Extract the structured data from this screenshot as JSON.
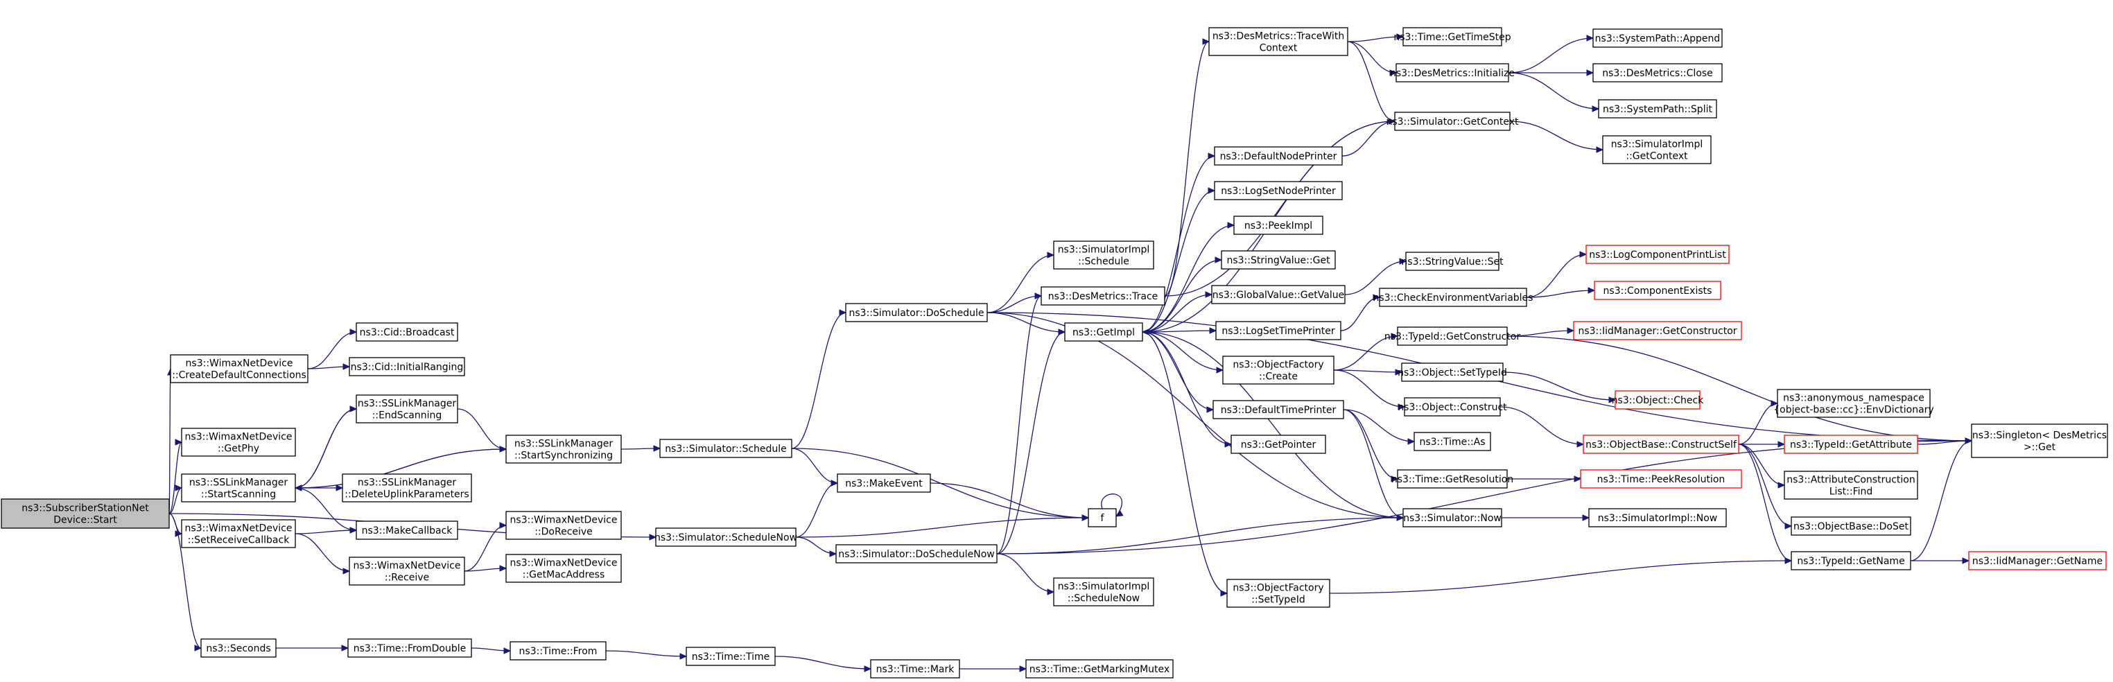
{
  "title": "",
  "colors": {
    "edge": "#191970",
    "root_fill": "#bfbfbf",
    "truncated_border": "#ff0000",
    "node_border": "#000000"
  },
  "nodes": [
    {
      "id": "root",
      "lines": [
        "ns3::SubscriberStationNet",
        "Device::Start"
      ],
      "root": true
    },
    {
      "id": "createConn",
      "lines": [
        "ns3::WimaxNetDevice",
        "::CreateDefaultConnections"
      ]
    },
    {
      "id": "getPhy",
      "lines": [
        "ns3::WimaxNetDevice",
        "::GetPhy"
      ]
    },
    {
      "id": "startScanning",
      "lines": [
        "ns3::SSLinkManager",
        "::StartScanning"
      ]
    },
    {
      "id": "setRecvCb",
      "lines": [
        "ns3::WimaxNetDevice",
        "::SetReceiveCallback"
      ]
    },
    {
      "id": "seconds",
      "lines": [
        "ns3::Seconds"
      ]
    },
    {
      "id": "cidBroadcast",
      "lines": [
        "ns3::Cid::Broadcast"
      ]
    },
    {
      "id": "cidInitRanging",
      "lines": [
        "ns3::Cid::InitialRanging"
      ]
    },
    {
      "id": "endScanning",
      "lines": [
        "ns3::SSLinkManager",
        "::EndScanning"
      ]
    },
    {
      "id": "deleteUplink",
      "lines": [
        "ns3::SSLinkManager",
        "::DeleteUplinkParameters"
      ]
    },
    {
      "id": "makeCallback",
      "lines": [
        "ns3::MakeCallback"
      ]
    },
    {
      "id": "receive",
      "lines": [
        "ns3::WimaxNetDevice",
        "::Receive"
      ]
    },
    {
      "id": "doReceive",
      "lines": [
        "ns3::WimaxNetDevice",
        "::DoReceive"
      ]
    },
    {
      "id": "getMac",
      "lines": [
        "ns3::WimaxNetDevice",
        "::GetMacAddress"
      ]
    },
    {
      "id": "startSync",
      "lines": [
        "ns3::SSLinkManager",
        "::StartSynchronizing"
      ]
    },
    {
      "id": "simSchedule",
      "lines": [
        "ns3::Simulator::Schedule"
      ]
    },
    {
      "id": "simScheduleNow",
      "lines": [
        "ns3::Simulator::ScheduleNow"
      ]
    },
    {
      "id": "makeEvent",
      "lines": [
        "ns3::MakeEvent"
      ]
    },
    {
      "id": "f",
      "lines": [
        "f"
      ]
    },
    {
      "id": "doSchedule",
      "lines": [
        "ns3::Simulator::DoSchedule"
      ]
    },
    {
      "id": "doScheduleNow",
      "lines": [
        "ns3::Simulator::DoScheduleNow"
      ]
    },
    {
      "id": "simImplSchedule",
      "lines": [
        "ns3::SimulatorImpl",
        "::Schedule"
      ]
    },
    {
      "id": "desTrace",
      "lines": [
        "ns3::DesMetrics::Trace"
      ]
    },
    {
      "id": "getImpl",
      "lines": [
        "ns3::GetImpl"
      ]
    },
    {
      "id": "simImplScheduleNow",
      "lines": [
        "ns3::SimulatorImpl",
        "::ScheduleNow"
      ]
    },
    {
      "id": "fromDouble",
      "lines": [
        "ns3::Time::FromDouble"
      ]
    },
    {
      "id": "timeFrom",
      "lines": [
        "ns3::Time::From"
      ]
    },
    {
      "id": "timeTime",
      "lines": [
        "ns3::Time::Time"
      ]
    },
    {
      "id": "timeMark",
      "lines": [
        "ns3::Time::Mark"
      ]
    },
    {
      "id": "getMarkingMutex",
      "lines": [
        "ns3::Time::GetMarkingMutex"
      ]
    },
    {
      "id": "traceWithContext",
      "lines": [
        "ns3::DesMetrics::TraceWith",
        "Context"
      ]
    },
    {
      "id": "defaultNodePrinter",
      "lines": [
        "ns3::DefaultNodePrinter"
      ]
    },
    {
      "id": "logSetNodePrinter",
      "lines": [
        "ns3::LogSetNodePrinter"
      ]
    },
    {
      "id": "peekImpl",
      "lines": [
        "ns3::PeekImpl"
      ]
    },
    {
      "id": "stringValueGet",
      "lines": [
        "ns3::StringValue::Get"
      ]
    },
    {
      "id": "globalValueGet",
      "lines": [
        "ns3::GlobalValue::GetValue"
      ]
    },
    {
      "id": "logSetTimePrinter",
      "lines": [
        "ns3::LogSetTimePrinter"
      ]
    },
    {
      "id": "objFactoryCreate",
      "lines": [
        "ns3::ObjectFactory",
        "::Create"
      ]
    },
    {
      "id": "defaultTimePrinter",
      "lines": [
        "ns3::DefaultTimePrinter"
      ]
    },
    {
      "id": "getPointer",
      "lines": [
        "ns3::GetPointer"
      ]
    },
    {
      "id": "objFactorySetTypeId",
      "lines": [
        "ns3::ObjectFactory",
        "::SetTypeId"
      ]
    },
    {
      "id": "getTimeStep",
      "lines": [
        "ns3::Time::GetTimeStep"
      ]
    },
    {
      "id": "desInit",
      "lines": [
        "ns3::DesMetrics::Initialize"
      ]
    },
    {
      "id": "getContext",
      "lines": [
        "ns3::Simulator::GetContext"
      ]
    },
    {
      "id": "stringValueSet",
      "lines": [
        "ns3::StringValue::Set"
      ]
    },
    {
      "id": "checkEnv",
      "lines": [
        "ns3::CheckEnvironmentVariables"
      ]
    },
    {
      "id": "typeIdGetCtor",
      "lines": [
        "ns3::TypeId::GetConstructor"
      ]
    },
    {
      "id": "objSetTypeId",
      "lines": [
        "ns3::Object::SetTypeId"
      ]
    },
    {
      "id": "objConstruct",
      "lines": [
        "ns3::Object::Construct"
      ]
    },
    {
      "id": "timeAs",
      "lines": [
        "ns3::Time::As"
      ]
    },
    {
      "id": "timeGetRes",
      "lines": [
        "ns3::Time::GetResolution"
      ]
    },
    {
      "id": "simNow",
      "lines": [
        "ns3::Simulator::Now"
      ]
    },
    {
      "id": "sysAppend",
      "lines": [
        "ns3::SystemPath::Append"
      ]
    },
    {
      "id": "desClose",
      "lines": [
        "ns3::DesMetrics::Close"
      ]
    },
    {
      "id": "sysSplit",
      "lines": [
        "ns3::SystemPath::Split"
      ]
    },
    {
      "id": "simImplGetContext",
      "lines": [
        "ns3::SimulatorImpl",
        "::GetContext"
      ]
    },
    {
      "id": "logCompPrintList",
      "lines": [
        "ns3::LogComponentPrintList"
      ],
      "truncated": true
    },
    {
      "id": "componentExists",
      "lines": [
        "ns3::ComponentExists"
      ],
      "truncated": true
    },
    {
      "id": "iidGetCtor",
      "lines": [
        "ns3::IidManager::GetConstructor"
      ],
      "truncated": true
    },
    {
      "id": "objCheck",
      "lines": [
        "ns3::Object::Check"
      ],
      "truncated": true
    },
    {
      "id": "objBaseConstructSelf",
      "lines": [
        "ns3::ObjectBase::ConstructSelf"
      ],
      "truncated": true
    },
    {
      "id": "timePeekRes",
      "lines": [
        "ns3::Time::PeekResolution"
      ],
      "truncated": true
    },
    {
      "id": "simImplNow",
      "lines": [
        "ns3::SimulatorImpl::Now"
      ]
    },
    {
      "id": "typeIdGetName",
      "lines": [
        "ns3::TypeId::GetName"
      ]
    },
    {
      "id": "envDictionary",
      "lines": [
        "ns3::anonymous_namespace",
        "{object-base::cc}::EnvDictionary"
      ]
    },
    {
      "id": "typeIdGetAttr",
      "lines": [
        "ns3::TypeId::GetAttribute"
      ],
      "truncated": true
    },
    {
      "id": "attrConstructFind",
      "lines": [
        "ns3::AttributeConstruction",
        "List::Find"
      ]
    },
    {
      "id": "objBaseDoSet",
      "lines": [
        "ns3::ObjectBase::DoSet"
      ]
    },
    {
      "id": "singletonGet",
      "lines": [
        "ns3::Singleton< DesMetrics",
        ">::Get"
      ]
    },
    {
      "id": "iidGetName",
      "lines": [
        "ns3::IidManager::GetName"
      ],
      "truncated": true
    }
  ],
  "edges": [
    [
      "root",
      "createConn"
    ],
    [
      "root",
      "getPhy"
    ],
    [
      "root",
      "startScanning"
    ],
    [
      "root",
      "setRecvCb"
    ],
    [
      "root",
      "seconds"
    ],
    [
      "root",
      "simScheduleNow"
    ],
    [
      "createConn",
      "cidBroadcast"
    ],
    [
      "createConn",
      "cidInitRanging"
    ],
    [
      "startScanning",
      "endScanning"
    ],
    [
      "startScanning",
      "deleteUplink"
    ],
    [
      "startScanning",
      "makeCallback"
    ],
    [
      "startScanning",
      "startSync"
    ],
    [
      "endScanning",
      "startScanning"
    ],
    [
      "endScanning",
      "startSync"
    ],
    [
      "startSync",
      "startScanning"
    ],
    [
      "startSync",
      "simSchedule"
    ],
    [
      "setRecvCb",
      "makeCallback"
    ],
    [
      "setRecvCb",
      "receive"
    ],
    [
      "receive",
      "doReceive"
    ],
    [
      "receive",
      "getMac"
    ],
    [
      "seconds",
      "fromDouble"
    ],
    [
      "fromDouble",
      "timeFrom"
    ],
    [
      "timeFrom",
      "timeTime"
    ],
    [
      "timeTime",
      "timeMark"
    ],
    [
      "timeMark",
      "getMarkingMutex"
    ],
    [
      "simSchedule",
      "doSchedule"
    ],
    [
      "simSchedule",
      "makeEvent"
    ],
    [
      "simSchedule",
      "f"
    ],
    [
      "simScheduleNow",
      "makeEvent"
    ],
    [
      "simScheduleNow",
      "f"
    ],
    [
      "simScheduleNow",
      "doScheduleNow"
    ],
    [
      "makeEvent",
      "f"
    ],
    [
      "f",
      "f"
    ],
    [
      "doSchedule",
      "singletonGet"
    ],
    [
      "doSchedule",
      "simImplSchedule"
    ],
    [
      "doSchedule",
      "desTrace"
    ],
    [
      "doSchedule",
      "getImpl"
    ],
    [
      "doSchedule",
      "simNow"
    ],
    [
      "doScheduleNow",
      "desTrace"
    ],
    [
      "doScheduleNow",
      "getImpl"
    ],
    [
      "doScheduleNow",
      "simImplScheduleNow"
    ],
    [
      "doScheduleNow",
      "simNow"
    ],
    [
      "doScheduleNow",
      "singletonGet"
    ],
    [
      "desTrace",
      "traceWithContext"
    ],
    [
      "desTrace",
      "getContext"
    ],
    [
      "traceWithContext",
      "getTimeStep"
    ],
    [
      "traceWithContext",
      "desInit"
    ],
    [
      "traceWithContext",
      "getContext"
    ],
    [
      "desInit",
      "sysAppend"
    ],
    [
      "desInit",
      "desClose"
    ],
    [
      "desInit",
      "sysSplit"
    ],
    [
      "getContext",
      "getImpl"
    ],
    [
      "getContext",
      "simImplGetContext"
    ],
    [
      "getImpl",
      "defaultNodePrinter"
    ],
    [
      "getImpl",
      "logSetNodePrinter"
    ],
    [
      "getImpl",
      "peekImpl"
    ],
    [
      "getImpl",
      "stringValueGet"
    ],
    [
      "getImpl",
      "globalValueGet"
    ],
    [
      "getImpl",
      "logSetTimePrinter"
    ],
    [
      "getImpl",
      "objFactoryCreate"
    ],
    [
      "getImpl",
      "defaultTimePrinter"
    ],
    [
      "getImpl",
      "getPointer"
    ],
    [
      "getImpl",
      "objFactorySetTypeId"
    ],
    [
      "getImpl",
      "simNow"
    ],
    [
      "defaultNodePrinter",
      "getContext"
    ],
    [
      "globalValueGet",
      "stringValueSet"
    ],
    [
      "logSetTimePrinter",
      "checkEnv"
    ],
    [
      "checkEnv",
      "logCompPrintList"
    ],
    [
      "checkEnv",
      "componentExists"
    ],
    [
      "objFactoryCreate",
      "typeIdGetCtor"
    ],
    [
      "objFactoryCreate",
      "objSetTypeId"
    ],
    [
      "objFactoryCreate",
      "objConstruct"
    ],
    [
      "typeIdGetCtor",
      "iidGetCtor"
    ],
    [
      "typeIdGetCtor",
      "singletonGet"
    ],
    [
      "objSetTypeId",
      "objCheck"
    ],
    [
      "objConstruct",
      "objBaseConstructSelf"
    ],
    [
      "defaultTimePrinter",
      "timeAs"
    ],
    [
      "defaultTimePrinter",
      "timeGetRes"
    ],
    [
      "defaultTimePrinter",
      "simNow"
    ],
    [
      "timeGetRes",
      "timePeekRes"
    ],
    [
      "simNow",
      "simImplNow"
    ],
    [
      "objFactorySetTypeId",
      "typeIdGetName"
    ],
    [
      "objBaseConstructSelf",
      "envDictionary"
    ],
    [
      "objBaseConstructSelf",
      "typeIdGetAttr"
    ],
    [
      "objBaseConstructSelf",
      "attrConstructFind"
    ],
    [
      "objBaseConstructSelf",
      "objBaseDoSet"
    ],
    [
      "objBaseConstructSelf",
      "typeIdGetName"
    ],
    [
      "typeIdGetAttr",
      "singletonGet"
    ],
    [
      "typeIdGetName",
      "singletonGet"
    ],
    [
      "typeIdGetName",
      "iidGetName"
    ]
  ]
}
